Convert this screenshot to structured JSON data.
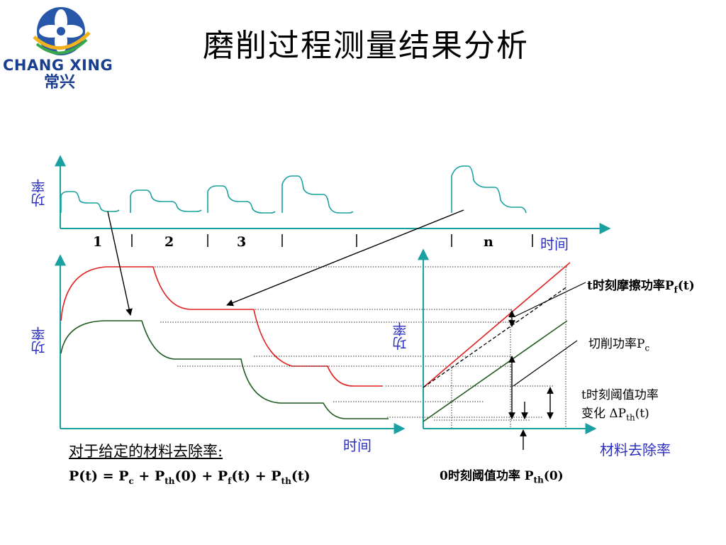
{
  "logo": {
    "name_en": "CHANG XING",
    "name_zh": "常兴"
  },
  "title": "磨削过程测量结果分析",
  "top_chart": {
    "y_label": "功率",
    "x_label": "时间",
    "segments": [
      "1",
      "2",
      "3",
      "n"
    ]
  },
  "left_chart": {
    "y_label": "功率",
    "x_label": "时间"
  },
  "right_chart": {
    "y_label": "功率",
    "x_label": "材料去除率"
  },
  "annotations": {
    "friction_prefix": "t时刻摩擦功率P",
    "friction_sub": "f",
    "friction_suffix": "(t)",
    "cutting_prefix": "切削功率P",
    "cutting_sub": "c",
    "threshold_change_line1": "t时刻阈值功率",
    "threshold_change_prefix": "变化 ΔP",
    "threshold_change_sub": "th",
    "threshold_change_suffix": "(t)",
    "threshold_zero_prefix": "0时刻阈值功率 P",
    "threshold_zero_sub": "th",
    "threshold_zero_suffix": "(0)"
  },
  "formula": {
    "heading": "对于给定的材料去除率:",
    "p1": "P(t) = P",
    "s1": "c",
    "p2": " + P",
    "s2": "th",
    "p3": "(0) + P",
    "s3": "f",
    "p4": "(t) + P",
    "s4": "th",
    "p5": "(t)"
  },
  "colors": {
    "axis": "#1aa0a0",
    "red_curve": "#e02020",
    "green_curve": "#1f5a1f",
    "label_blue": "#2b2fbf",
    "logo_blue": "#1b3f8f"
  }
}
